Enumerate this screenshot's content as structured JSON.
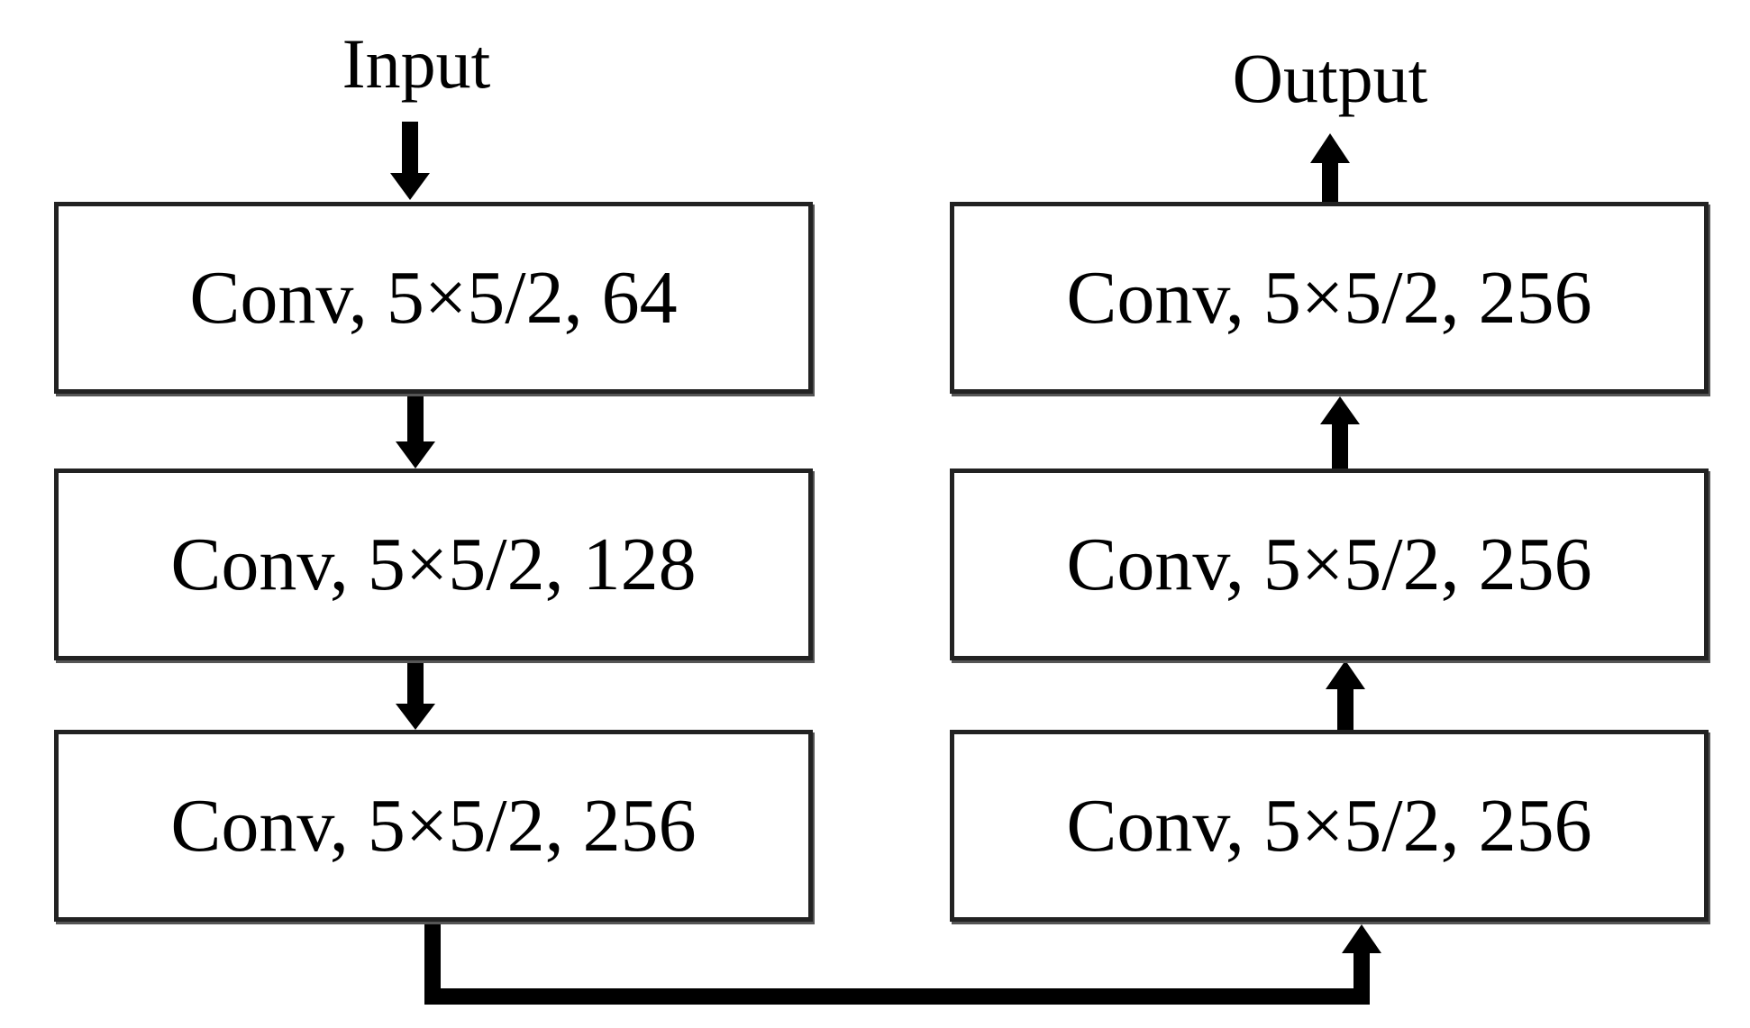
{
  "input_label": "Input",
  "output_label": "Output",
  "encoder": [
    {
      "label": "Conv, 5×5/2, 64"
    },
    {
      "label": "Conv, 5×5/2, 128"
    },
    {
      "label": "Conv, 5×5/2, 256"
    }
  ],
  "decoder": [
    {
      "label": "Conv, 5×5/2, 256"
    },
    {
      "label": "Conv, 5×5/2, 256"
    },
    {
      "label": "Conv, 5×5/2, 256"
    }
  ]
}
